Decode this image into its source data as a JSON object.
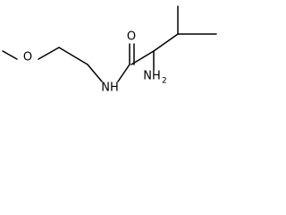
{
  "molecule": {
    "description_text": "",
    "atoms": {
      "o_methoxy": {
        "symbol": "O"
      },
      "n_amide": {
        "symbol": "NH"
      },
      "o_carbonyl": {
        "symbol": "O"
      },
      "n_amine": {
        "symbol": "NH",
        "subscript": "2"
      }
    },
    "colors": {
      "bond": "#000000",
      "label": "#000000",
      "background": "#ffffff"
    }
  }
}
